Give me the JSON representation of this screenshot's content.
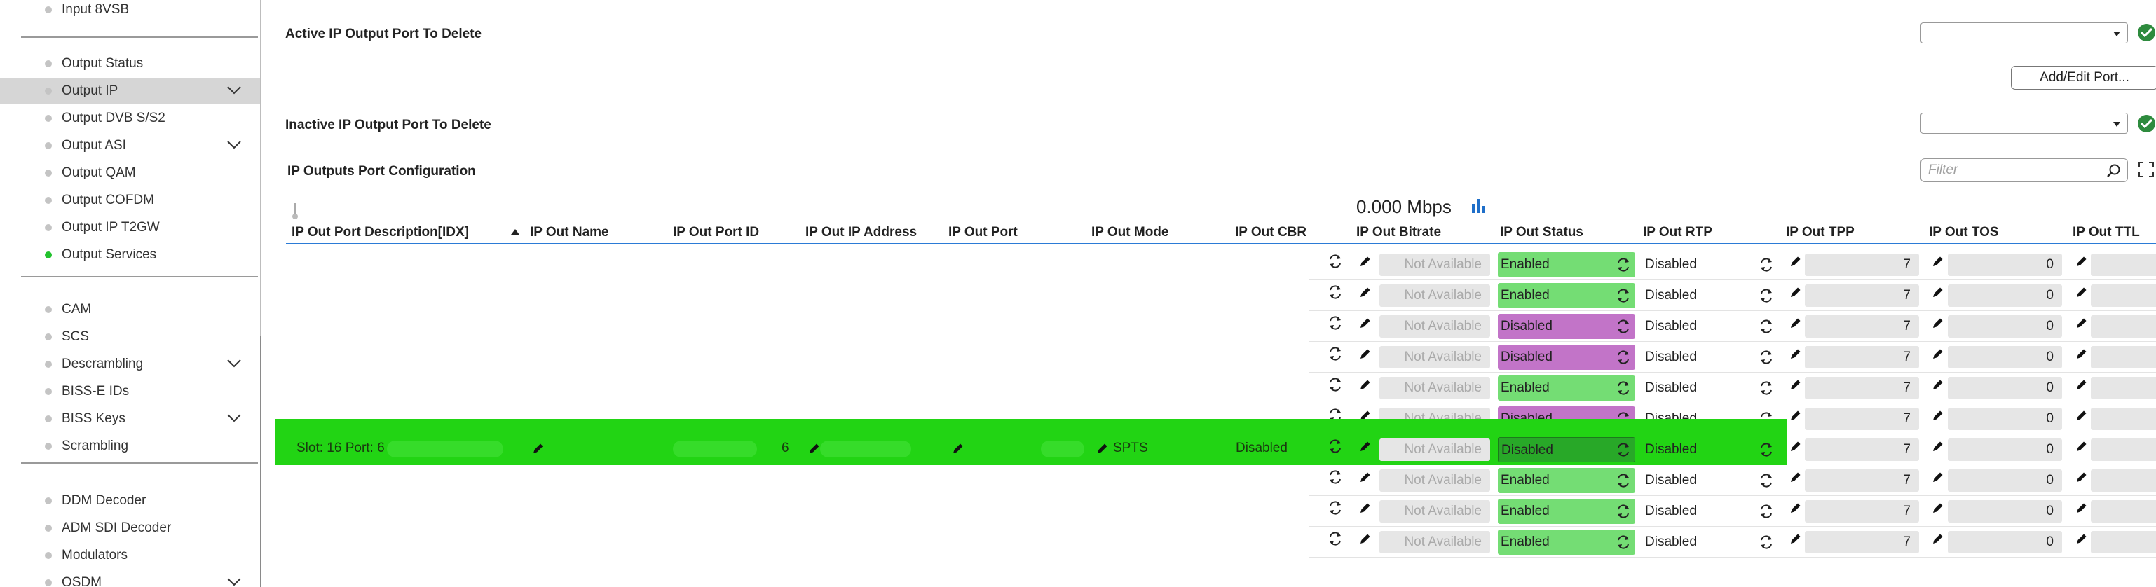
{
  "sidebar": {
    "items": [
      {
        "label": "Input 8VSB",
        "dot": "gray",
        "chevron": false,
        "active": false
      },
      {
        "label": "Output Status",
        "dot": "gray",
        "chevron": false,
        "active": false
      },
      {
        "label": "Output IP",
        "dot": "gray",
        "chevron": true,
        "active": true
      },
      {
        "label": "Output DVB S/S2",
        "dot": "gray",
        "chevron": false,
        "active": false
      },
      {
        "label": "Output ASI",
        "dot": "gray",
        "chevron": true,
        "active": false
      },
      {
        "label": "Output QAM",
        "dot": "gray",
        "chevron": false,
        "active": false
      },
      {
        "label": "Output COFDM",
        "dot": "gray",
        "chevron": false,
        "active": false
      },
      {
        "label": "Output IP T2GW",
        "dot": "gray",
        "chevron": false,
        "active": false
      },
      {
        "label": "Output Services",
        "dot": "green",
        "chevron": false,
        "active": false
      },
      {
        "label": "CAM",
        "dot": "gray",
        "chevron": false,
        "active": false
      },
      {
        "label": "SCS",
        "dot": "gray",
        "chevron": false,
        "active": false
      },
      {
        "label": "Descrambling",
        "dot": "gray",
        "chevron": true,
        "active": false
      },
      {
        "label": "BISS-E IDs",
        "dot": "gray",
        "chevron": false,
        "active": false
      },
      {
        "label": "BISS Keys",
        "dot": "gray",
        "chevron": true,
        "active": false
      },
      {
        "label": "Scrambling",
        "dot": "gray",
        "chevron": false,
        "active": false
      },
      {
        "label": "DDM Decoder",
        "dot": "gray",
        "chevron": false,
        "active": false
      },
      {
        "label": "ADM SDI Decoder",
        "dot": "gray",
        "chevron": false,
        "active": false
      },
      {
        "label": "Modulators",
        "dot": "gray",
        "chevron": false,
        "active": false
      },
      {
        "label": "OSDM",
        "dot": "gray",
        "chevron": true,
        "active": false
      }
    ]
  },
  "config": {
    "active_delete_label": "Active IP Output Port To Delete",
    "inactive_delete_label": "Inactive IP Output Port To Delete",
    "add_edit_button": "Add/Edit Port...",
    "section_title": "IP Outputs Port Configuration",
    "filter_placeholder": "Filter",
    "bitrate_total": "0.000 Mbps"
  },
  "table": {
    "columns": [
      "IP Out Port Description[IDX]",
      "IP Out Name",
      "IP Out Port ID",
      "IP Out IP Address",
      "IP Out Port",
      "IP Out Mode",
      "IP Out CBR",
      "IP Out Bitrate",
      "IP Out Status",
      "IP Out RTP",
      "IP Out TPP",
      "IP Out TOS",
      "IP Out TTL"
    ],
    "rows": [
      {
        "bitrate": "Not Available",
        "status": "Enabled",
        "rtp": "Disabled",
        "tpp": "7",
        "tos": "0"
      },
      {
        "bitrate": "Not Available",
        "status": "Enabled",
        "rtp": "Disabled",
        "tpp": "7",
        "tos": "0"
      },
      {
        "bitrate": "Not Available",
        "status": "Disabled",
        "rtp": "Disabled",
        "tpp": "7",
        "tos": "0"
      },
      {
        "bitrate": "Not Available",
        "status": "Disabled",
        "rtp": "Disabled",
        "tpp": "7",
        "tos": "0"
      },
      {
        "bitrate": "Not Available",
        "status": "Enabled",
        "rtp": "Disabled",
        "tpp": "7",
        "tos": "0"
      },
      {
        "bitrate": "Not Available",
        "status": "Disabled",
        "rtp": "Disabled",
        "tpp": "7",
        "tos": "0"
      },
      {
        "bitrate": "Not Available",
        "status": "Disabled",
        "rtp": "Disabled",
        "tpp": "7",
        "tos": "0",
        "selected": true,
        "description": "Slot: 16 Port: 6",
        "port_id": "6",
        "mode": "SPTS",
        "cbr": "Disabled"
      },
      {
        "bitrate": "Not Available",
        "status": "Enabled",
        "rtp": "Disabled",
        "tpp": "7",
        "tos": "0"
      },
      {
        "bitrate": "Not Available",
        "status": "Enabled",
        "rtp": "Disabled",
        "tpp": "7",
        "tos": "0"
      },
      {
        "bitrate": "Not Available",
        "status": "Enabled",
        "rtp": "Disabled",
        "tpp": "7",
        "tos": "0"
      }
    ]
  },
  "colors": {
    "enabled": "#74dd74",
    "disabled": "#c274c8",
    "selected_row": "#22d414",
    "accent_line": "#2b7bd6",
    "confirm_green": "#2e8b3e"
  }
}
